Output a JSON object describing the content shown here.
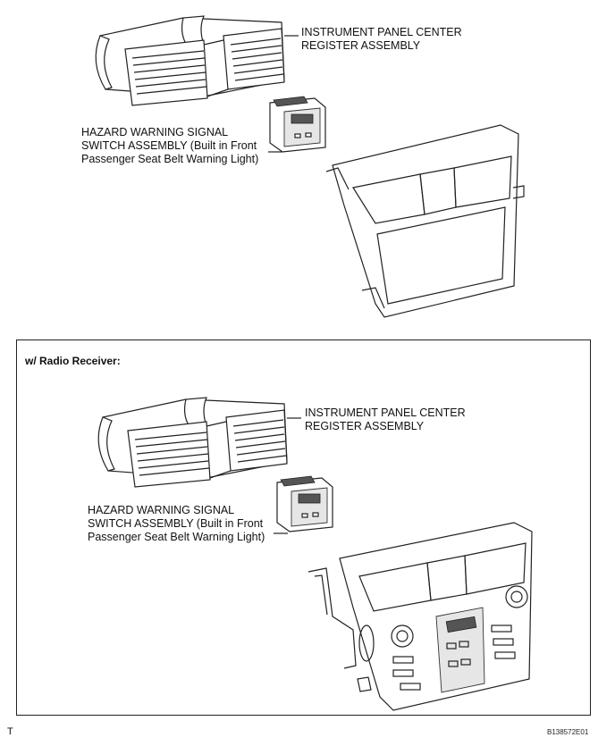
{
  "top": {
    "register_label": [
      "INSTRUMENT PANEL CENTER",
      "REGISTER ASSEMBLY"
    ],
    "switch_label": [
      "HAZARD WARNING SIGNAL",
      "SWITCH ASSEMBLY (Built in Front",
      "Passenger Seat Belt Warning Light)"
    ]
  },
  "bottom": {
    "heading": "w/ Radio Receiver:",
    "register_label": [
      "INSTRUMENT PANEL CENTER",
      "REGISTER ASSEMBLY"
    ],
    "switch_label": [
      "HAZARD WARNING SIGNAL",
      "SWITCH ASSEMBLY (Built in Front",
      "Passenger Seat Belt Warning Light)"
    ]
  },
  "footer": {
    "corner_mark": "T",
    "figure_code": "B138572E01"
  }
}
